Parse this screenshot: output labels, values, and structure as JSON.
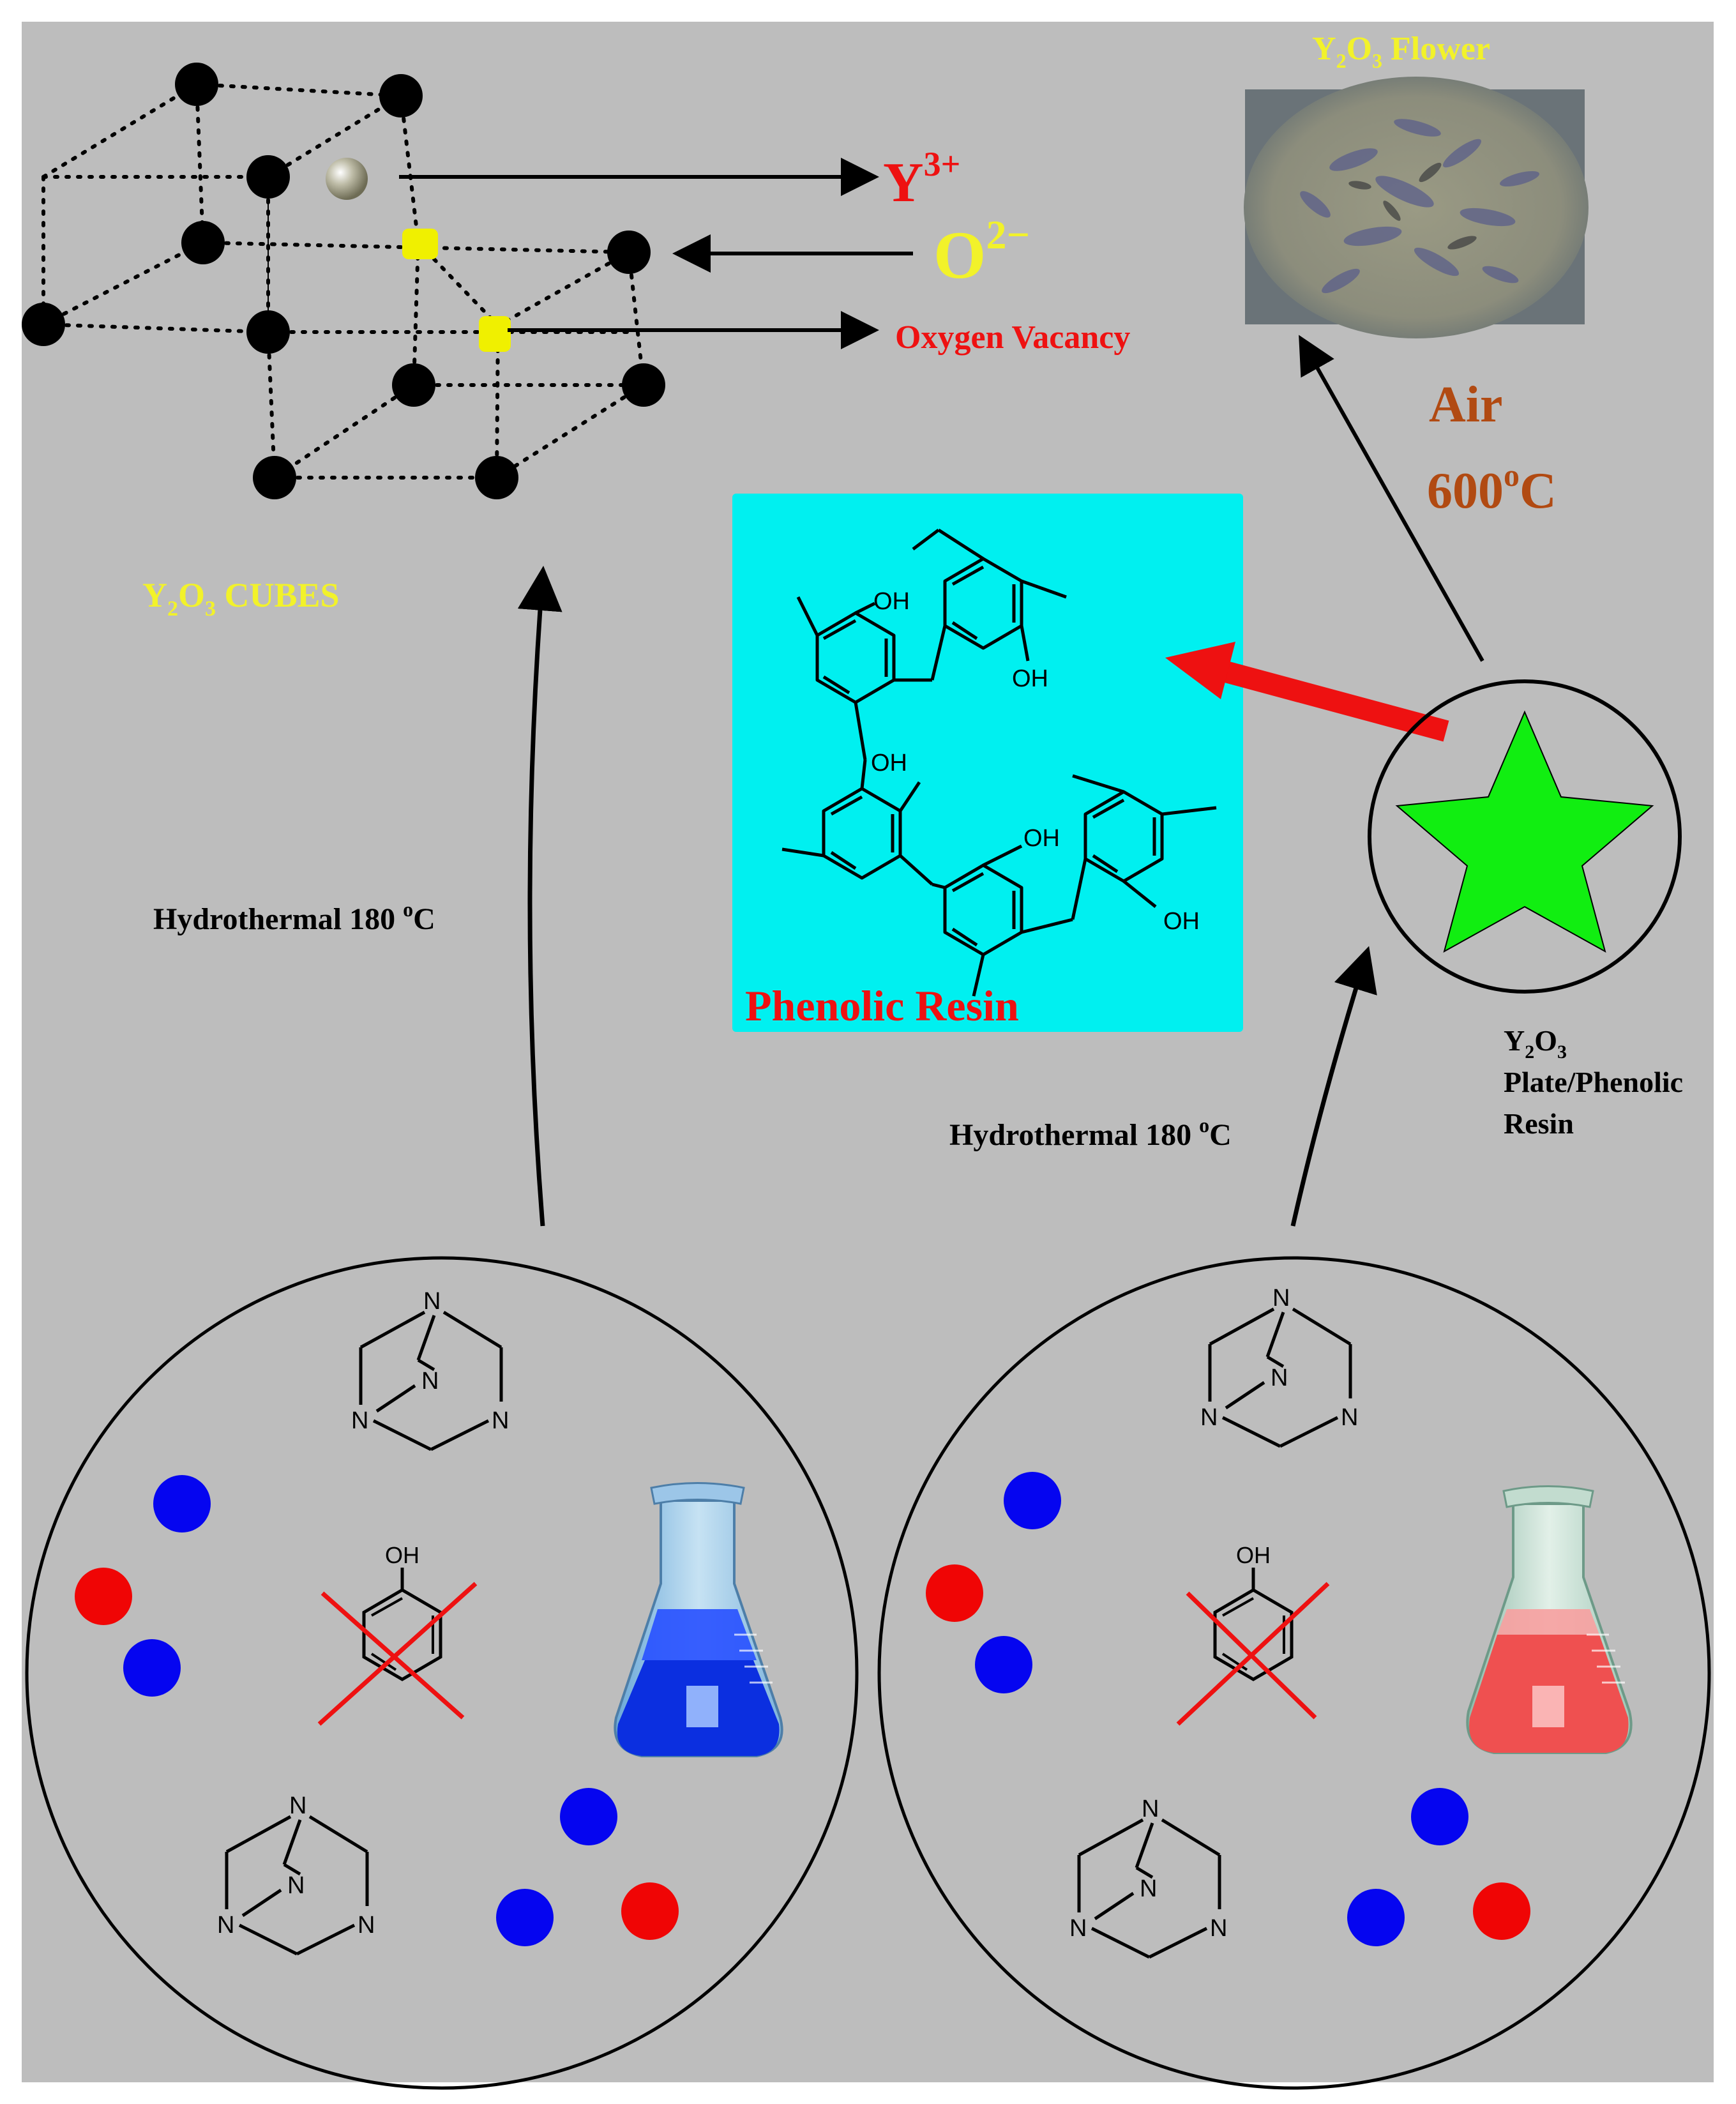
{
  "colors": {
    "background": "#bdbdbd",
    "yellow_label": "#f2f22a",
    "red_label": "#ee1111",
    "brown_label": "#b14a12",
    "resin_box": "#00f0f0",
    "star": "#11ee11",
    "blue_ball": "#0505f0",
    "red_ball": "#f00505",
    "vacancy": "#f0f000"
  },
  "lattice": {
    "y3_label": "Y",
    "y3_charge": "3+",
    "o2_label": "O",
    "o2_charge": "2−",
    "vacancy_label": "Oxygen Vacancy",
    "title_y": "Y",
    "title_sub1": "2",
    "title_o": "O",
    "title_sub2": "3",
    "title_rest": " CUBES"
  },
  "flower": {
    "label_y": "Y",
    "label_sub1": "2",
    "label_o": "O",
    "label_sub2": "3",
    "label_rest": " Flower"
  },
  "calcination": {
    "line1": "Air",
    "line2_value": "600",
    "line2_sup": "o",
    "line2_unit": "C"
  },
  "resin": {
    "label": "Phenolic Resin",
    "oh_label": "OH"
  },
  "plate": {
    "line1_y": "Y",
    "line1_sub1": "2",
    "line1_o": "O",
    "line1_sub2": "3",
    "line2": "Plate/Phenolic",
    "line3": "Resin"
  },
  "steps": {
    "left_prefix": "Hydrothermal 180 ",
    "left_sup": "o",
    "left_unit": "C",
    "right_prefix": "Hydrothermal 180 ",
    "right_sup": "o",
    "right_unit": "C"
  },
  "molecules": {
    "nitrogen": "N",
    "oh": "OH"
  }
}
